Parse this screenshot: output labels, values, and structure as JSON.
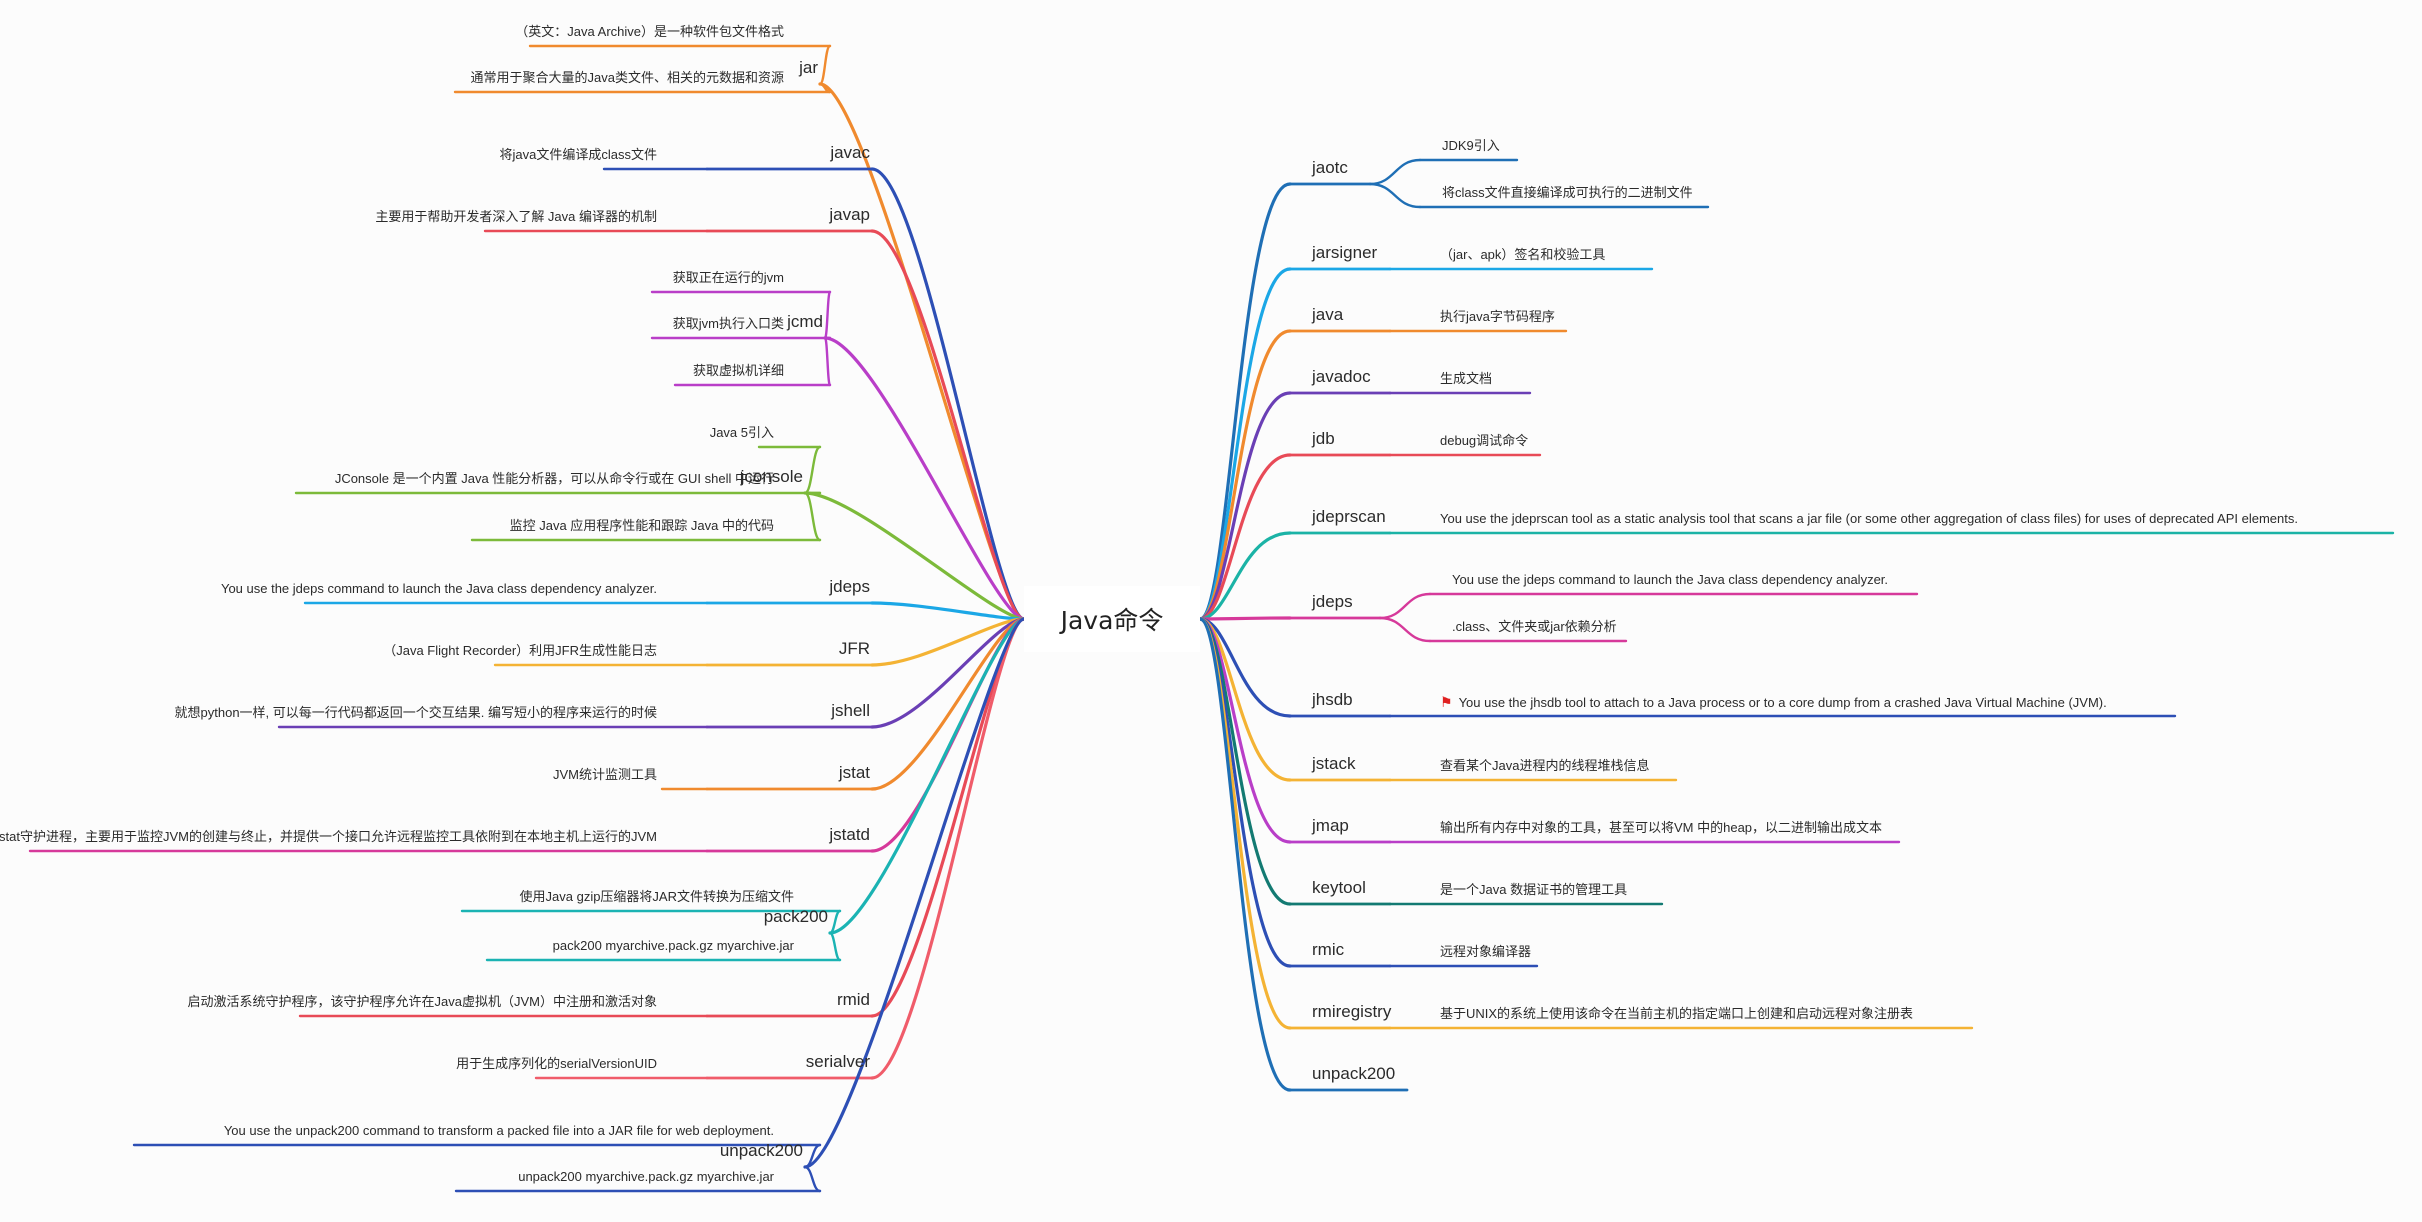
{
  "root": {
    "label": "Java命令"
  },
  "left": [
    {
      "label": "jar",
      "color": "#f08a2e",
      "children": [
        "（英文：Java Archive）是一种软件包文件格式",
        "通常用于聚合大量的Java类文件、相关的元数据和资源"
      ]
    },
    {
      "label": "javac",
      "color": "#2d4fb5",
      "children": [
        "将java文件编译成class文件"
      ]
    },
    {
      "label": "javap",
      "color": "#e84a57",
      "children": [
        "主要用于帮助开发者深入了解 Java 编译器的机制"
      ]
    },
    {
      "label": "jcmd",
      "color": "#b93ec8",
      "children": [
        "获取正在运行的jvm",
        "获取jvm执行入口类",
        "获取虚拟机详细"
      ]
    },
    {
      "label": "jconsole",
      "color": "#7cba3a",
      "children": [
        "Java 5引入",
        "JConsole 是一个内置 Java 性能分析器，可以从命令行或在 GUI shell 中运行",
        "监控 Java 应用程序性能和跟踪 Java 中的代码"
      ]
    },
    {
      "label": "jdeps",
      "color": "#1ba7e6",
      "children": [
        "You use the jdeps command to launch the Java class dependency analyzer."
      ]
    },
    {
      "label": "JFR",
      "color": "#f4b334",
      "children": [
        "（Java Flight Recorder）利用JFR生成性能日志"
      ]
    },
    {
      "label": "jshell",
      "color": "#6a3fb5",
      "children": [
        "就想python一样, 可以每一行代码都返回一个交互结果. 编写短小的程序来运行的时候"
      ]
    },
    {
      "label": "jstat",
      "color": "#f08a2e",
      "children": [
        "JVM统计监测工具"
      ]
    },
    {
      "label": "jstatd",
      "color": "#d6399a",
      "children": [
        "即虚拟机的jstat守护进程，主要用于监控JVM的创建与终止，并提供一个接口允许远程监控工具依附到在本地主机上运行的JVM"
      ]
    },
    {
      "label": "pack200",
      "color": "#1bb3b3",
      "children": [
        "使用Java gzip压缩器将JAR文件转换为压缩文件",
        "pack200 myarchive.pack.gz myarchive.jar"
      ]
    },
    {
      "label": "rmid",
      "color": "#e84a57",
      "children": [
        "启动激活系统守护程序，该守护程序允许在Java虚拟机（JVM）中注册和激活对象"
      ]
    },
    {
      "label": "serialver",
      "color": "#f05c6a",
      "children": [
        "用于生成序列化的serialVersionUID"
      ]
    },
    {
      "label": "unpack200",
      "color": "#2d4fb5",
      "children": [
        "You use the unpack200 command to transform a packed file into a JAR file for web deployment.",
        "unpack200 myarchive.pack.gz myarchive.jar"
      ]
    }
  ],
  "right": [
    {
      "label": "jaotc",
      "color": "#1f6fb5",
      "children": [
        "JDK9引入",
        "将class文件直接编译成可执行的二进制文件"
      ]
    },
    {
      "label": "jarsigner",
      "color": "#1ba7e6",
      "children": [
        "（jar、apk）签名和校验工具"
      ]
    },
    {
      "label": "java",
      "color": "#f08a2e",
      "children": [
        "执行java字节码程序"
      ]
    },
    {
      "label": "javadoc",
      "color": "#6a3fb5",
      "children": [
        "生成文档"
      ]
    },
    {
      "label": "jdb",
      "color": "#e84a57",
      "children": [
        "debug调试命令"
      ]
    },
    {
      "label": "jdeprscan",
      "color": "#1bb3a6",
      "children": [
        "You use the jdeprscan tool as a static analysis tool that scans a jar file (or some other aggregation of class files) for uses of deprecated API elements."
      ]
    },
    {
      "label": "jdeps",
      "color": "#d6399a",
      "children": [
        "You use the jdeps command to launch the Java class dependency analyzer.",
        ".class、文件夹或jar依赖分析"
      ]
    },
    {
      "label": "jhsdb",
      "color": "#2d4fb5",
      "children": [
        "You use the jhsdb tool to attach to a Java process or to a core dump from a crashed Java Virtual Machine (JVM)."
      ],
      "flag": true
    },
    {
      "label": "jstack",
      "color": "#f4b334",
      "children": [
        "查看某个Java进程内的线程堆栈信息"
      ]
    },
    {
      "label": "jmap",
      "color": "#b93ec8",
      "children": [
        "输出所有内存中对象的工具，甚至可以将VM 中的heap，以二进制输出成文本"
      ]
    },
    {
      "label": "keytool",
      "color": "#137a72",
      "children": [
        "是一个Java 数据证书的管理工具"
      ]
    },
    {
      "label": "rmic",
      "color": "#2d4fb5",
      "children": [
        "远程对象编译器"
      ]
    },
    {
      "label": "rmiregistry",
      "color": "#f4b334",
      "children": [
        "基于UNIX的系统上使用该命令在当前主机的指定端口上创建和启动远程对象注册表"
      ]
    },
    {
      "label": "unpack200",
      "color": "#1f6fb5",
      "children": []
    }
  ]
}
